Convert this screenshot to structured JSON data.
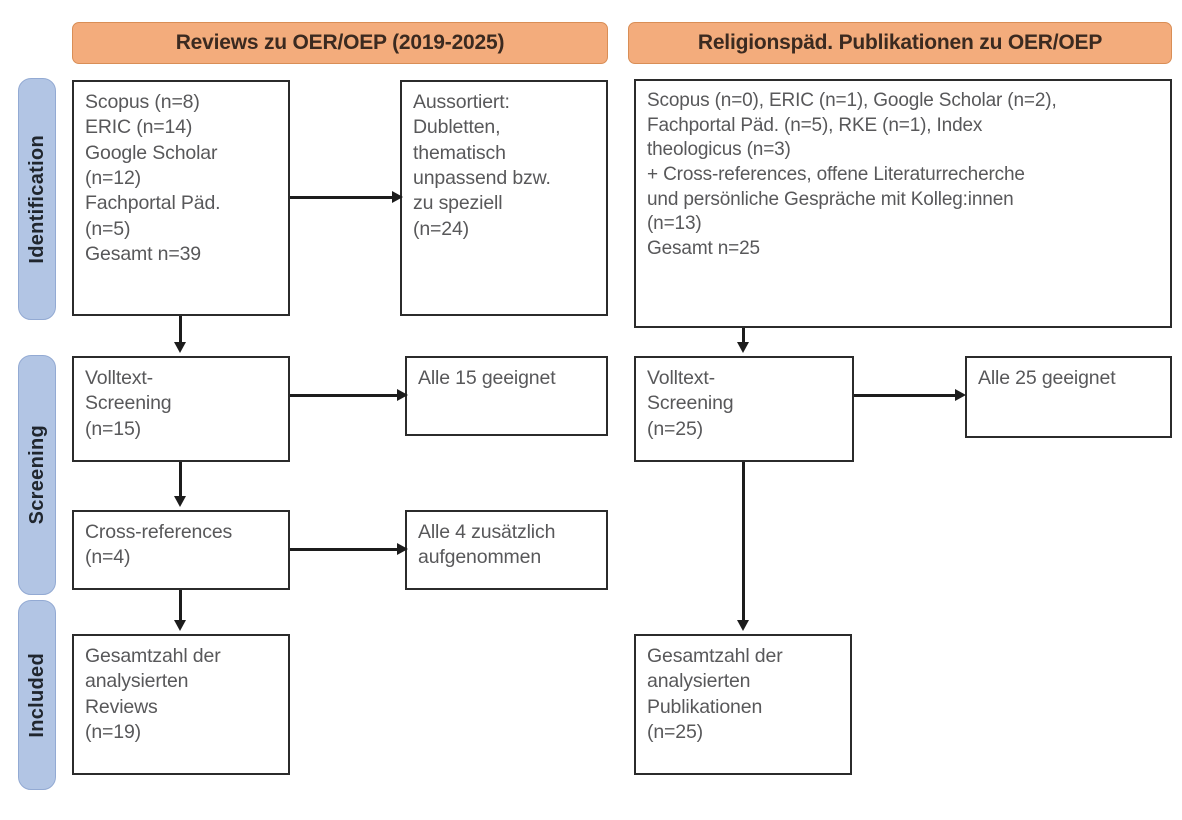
{
  "figure": {
    "type": "prisma-flow-diagram",
    "title": "PRISMA-Flussdiagramm: Reviews und religionspaedagogische Publikationen zu OER/OEP"
  },
  "stage_labels": [
    {
      "id": "identification",
      "label": "Identification"
    },
    {
      "id": "screening",
      "label": "Screening"
    },
    {
      "id": "included",
      "label": "Included"
    }
  ],
  "columns": [
    {
      "id": "left",
      "header": "Reviews zu OER/OEP (2019-2025)",
      "boxes": {
        "identification_sources": "Scopus (n=8)\nERIC (n=14)\nGoogle Scholar\n(n=12)\nFachportal Päd.\n(n=5)\nGesamt n=39",
        "excluded": "Aussortiert:\nDubletten,\nthematisch\nunpassend bzw.\nzu speziell\n(n=24)",
        "fulltext_screening": "Volltext-\nScreening\n(n=15)",
        "fulltext_result": "Alle 15 geeignet",
        "cross_references": "Cross-references\n(n=4)",
        "cross_references_result": "Alle 4 zusätzlich\naufgenommen",
        "included_total": "Gesamtzahl der\nanalysierten\nReviews\n(n=19)"
      }
    },
    {
      "id": "right",
      "header": "Religionspäd. Publikationen zu OER/OEP",
      "boxes": {
        "identification_sources": "Scopus (n=0), ERIC (n=1), Google Scholar (n=2),\nFachportal Päd. (n=5), RKE (n=1), Index\ntheologicus (n=3)\n+ Cross-references, offene Literaturrecherche\nund persönliche Gespräche mit Kolleg:innen\n(n=13)\nGesamt n=25",
        "fulltext_screening": "Volltext-\nScreening\n(n=25)",
        "fulltext_result": "Alle 25 geeignet",
        "included_total": "Gesamtzahl der\nanalysierten\nPublikationen\n(n=25)"
      }
    }
  ],
  "counts": {
    "left_scopus": 8,
    "left_eric": 14,
    "left_google_scholar": 12,
    "left_fachportal": 5,
    "left_total_identified": 39,
    "left_excluded": 24,
    "left_fulltext_screened": 15,
    "left_fulltext_eligible": 15,
    "left_cross_references": 4,
    "left_cross_references_added": 4,
    "left_included": 19,
    "right_scopus": 0,
    "right_eric": 1,
    "right_google_scholar": 2,
    "right_fachportal": 5,
    "right_rke": 1,
    "right_index_theologicus": 3,
    "right_additional": 13,
    "right_total_identified": 25,
    "right_fulltext_screened": 25,
    "right_fulltext_eligible": 25,
    "right_included": 25
  },
  "colors": {
    "header_fill": "#f3ac7c",
    "header_border": "#d98e56",
    "stage_label_fill": "#b2c5e4",
    "stage_label_border": "#93aad3",
    "box_border": "#2b2b2b",
    "box_text": "#58585a",
    "connector": "#1c1c1c"
  }
}
